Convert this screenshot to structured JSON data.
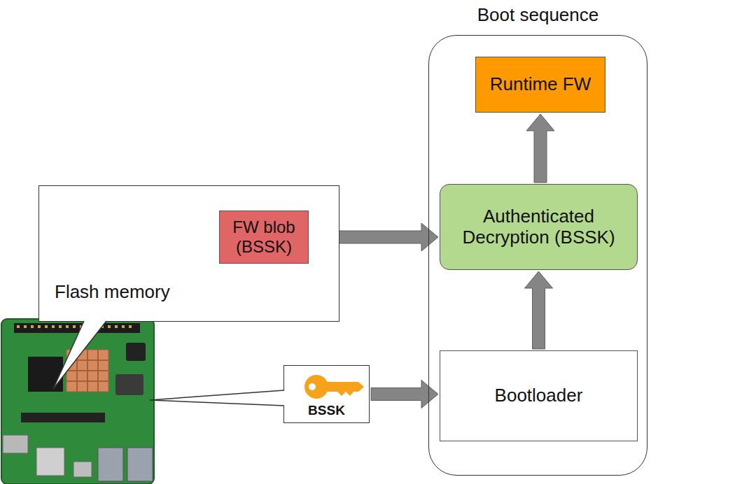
{
  "diagram": {
    "nodes": [
      {
        "text": [
          "Boot sequence"
        ]
      },
      {
        "text": [
          "Runtime FW"
        ],
        "in": 0
      },
      {
        "text": [
          "Authenticated Decryption (BSSK)"
        ],
        "in": 0
      },
      {
        "text": [
          "Bootloader"
        ],
        "in": 0
      },
      {
        "text": [
          "Flash memory"
        ]
      },
      {
        "text": [
          "FW blob (BSSK)"
        ],
        "in": 4
      },
      {
        "text": [
          "BSSK"
        ]
      }
    ],
    "edges": [
      {
        "from": 5,
        "to": 2,
        "arrow": "to"
      },
      {
        "from": 6,
        "to": 3,
        "arrow": "to"
      },
      {
        "from": 3,
        "to": 2,
        "arrow": "to"
      },
      {
        "from": 2,
        "to": 1,
        "arrow": "to"
      }
    ]
  }
}
